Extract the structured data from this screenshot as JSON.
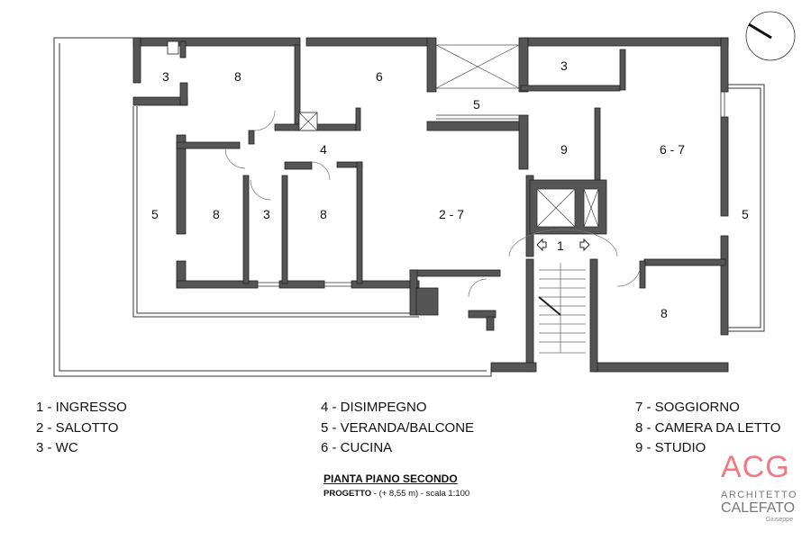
{
  "rooms": {
    "r1": "3",
    "r2": "8",
    "r3": "6",
    "r4": "3",
    "r5": "5",
    "r6": "9",
    "r7": "6 - 7",
    "r8": "4",
    "r9": "5",
    "r10": "8",
    "r11": "3",
    "r12": "8",
    "r13": "2 - 7",
    "r14": "1",
    "r15": "5",
    "r16": "8"
  },
  "legend": {
    "col1": [
      "1 - INGRESSO",
      "2 - SALOTTO",
      "3 - WC"
    ],
    "col2": [
      "4 - DISIMPEGNO",
      "5 - VERANDA/BALCONE",
      "6 - CUCINA"
    ],
    "col3": [
      "7 - SOGGIORNO",
      "8 - CAMERA DA LETTO",
      "9 - STUDIO"
    ]
  },
  "title": "PIANTA PIANO SECONDO",
  "subtitle_bold": "PROGETTO",
  "subtitle_rest": " - (+ 8,55 m) - scala 1:100",
  "logo": {
    "mark": "ACG",
    "line1": "ARCHITETTO",
    "line2": "CALEFATO",
    "line3": "Giuseppe"
  },
  "colors": {
    "wall": "#555555",
    "line": "#333333",
    "logo": "#f07a82"
  }
}
